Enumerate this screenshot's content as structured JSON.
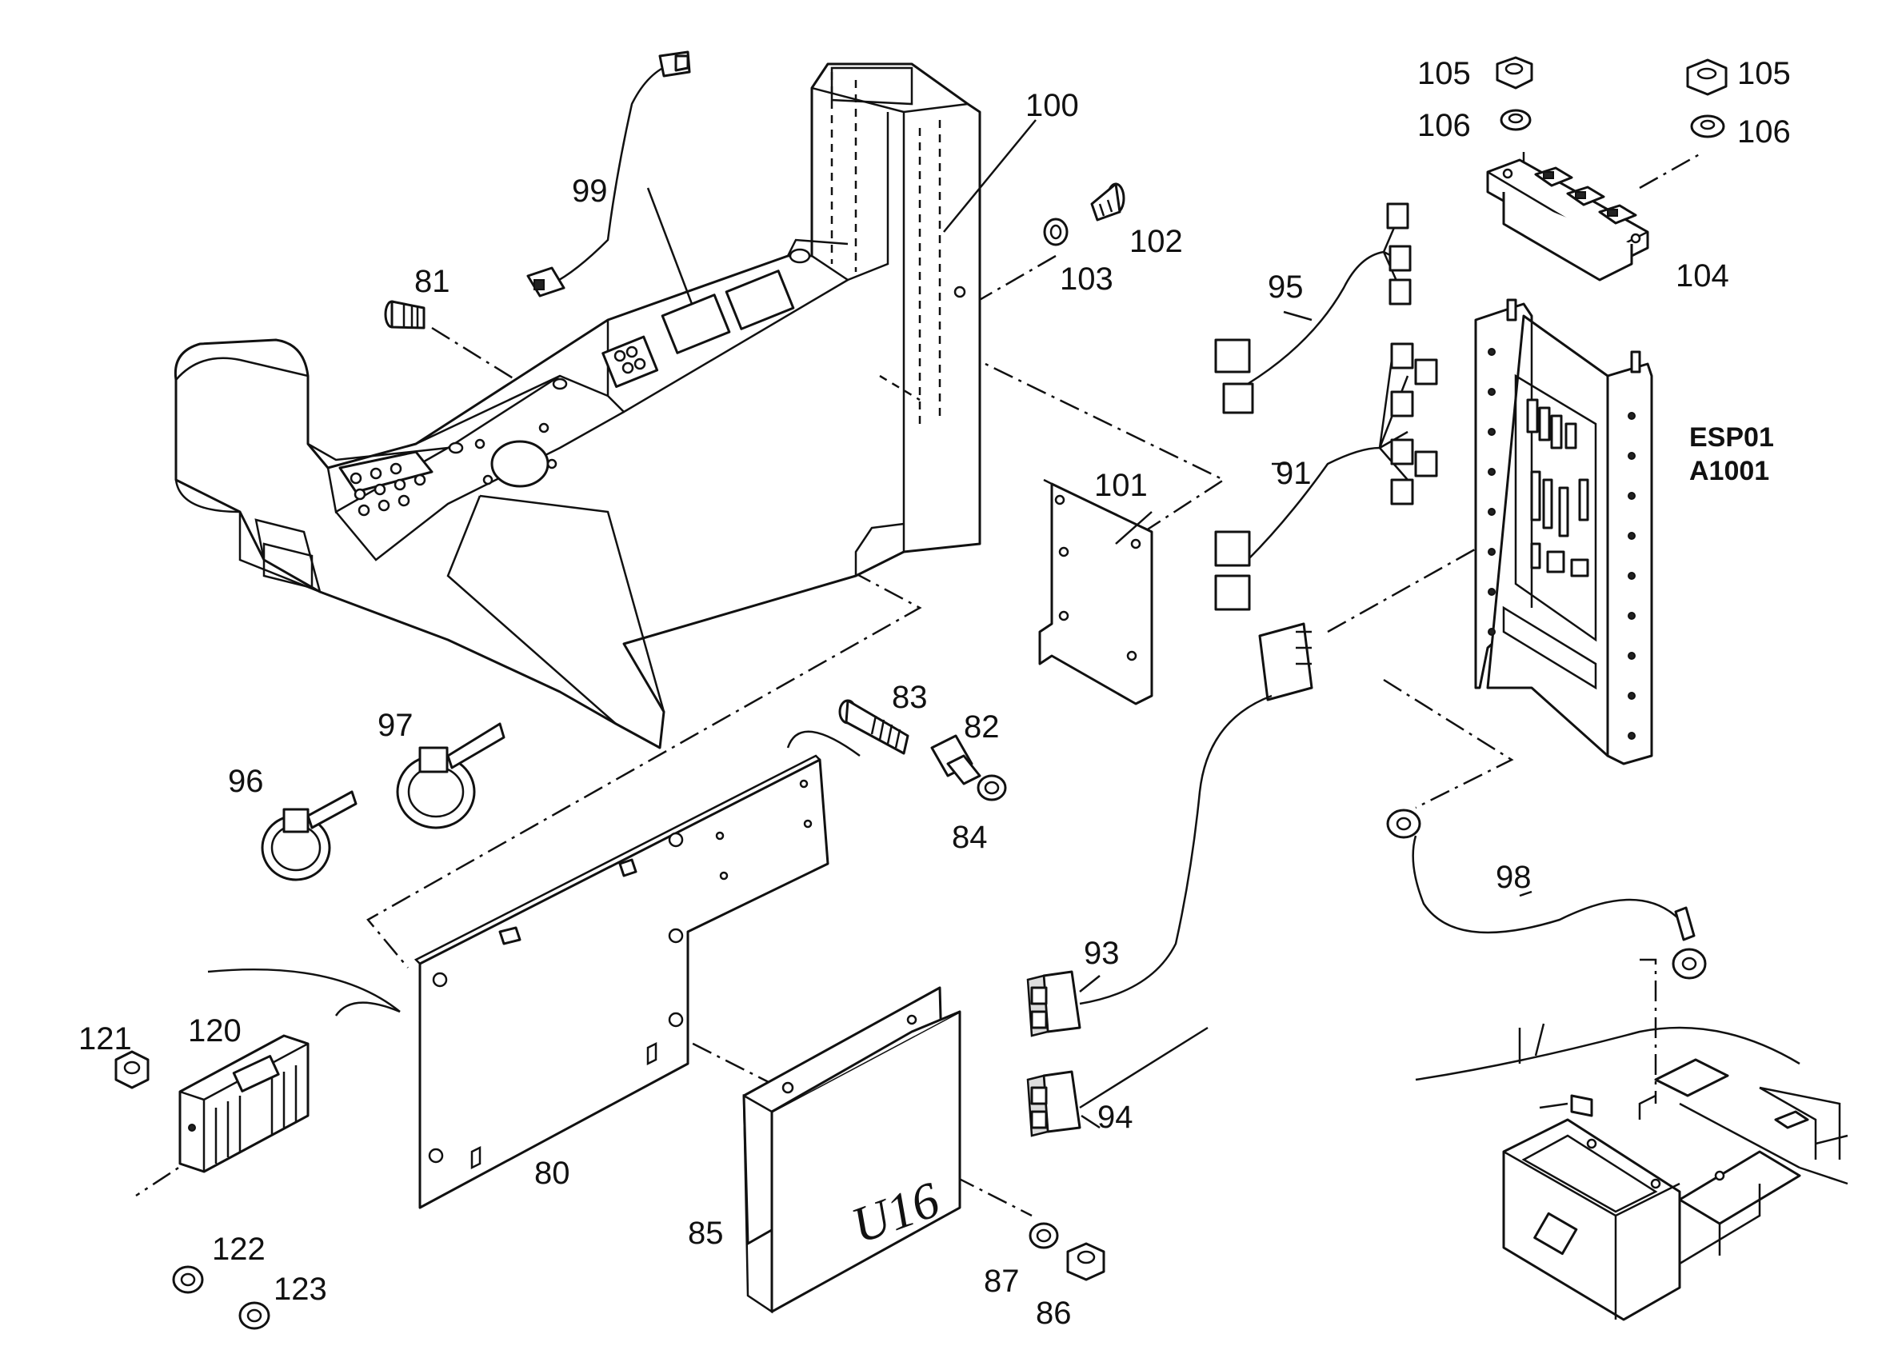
{
  "callouts": {
    "c80": "80",
    "c81": "81",
    "c82": "82",
    "c83": "83",
    "c84": "84",
    "c85": "85",
    "c86": "86",
    "c87": "87",
    "c91": "91",
    "c93": "93",
    "c94": "94",
    "c95": "95",
    "c96": "96",
    "c97": "97",
    "c98": "98",
    "c99": "99",
    "c100": "100",
    "c101": "101",
    "c102": "102",
    "c103": "103",
    "c104": "104",
    "c105a": "105",
    "c105b": "105",
    "c106a": "106",
    "c106b": "106",
    "c120": "120",
    "c121": "121",
    "c122": "122",
    "c123": "123"
  },
  "module_label": {
    "line1": "ESP01",
    "line2": "A1001"
  },
  "ecu_marking": "U16"
}
